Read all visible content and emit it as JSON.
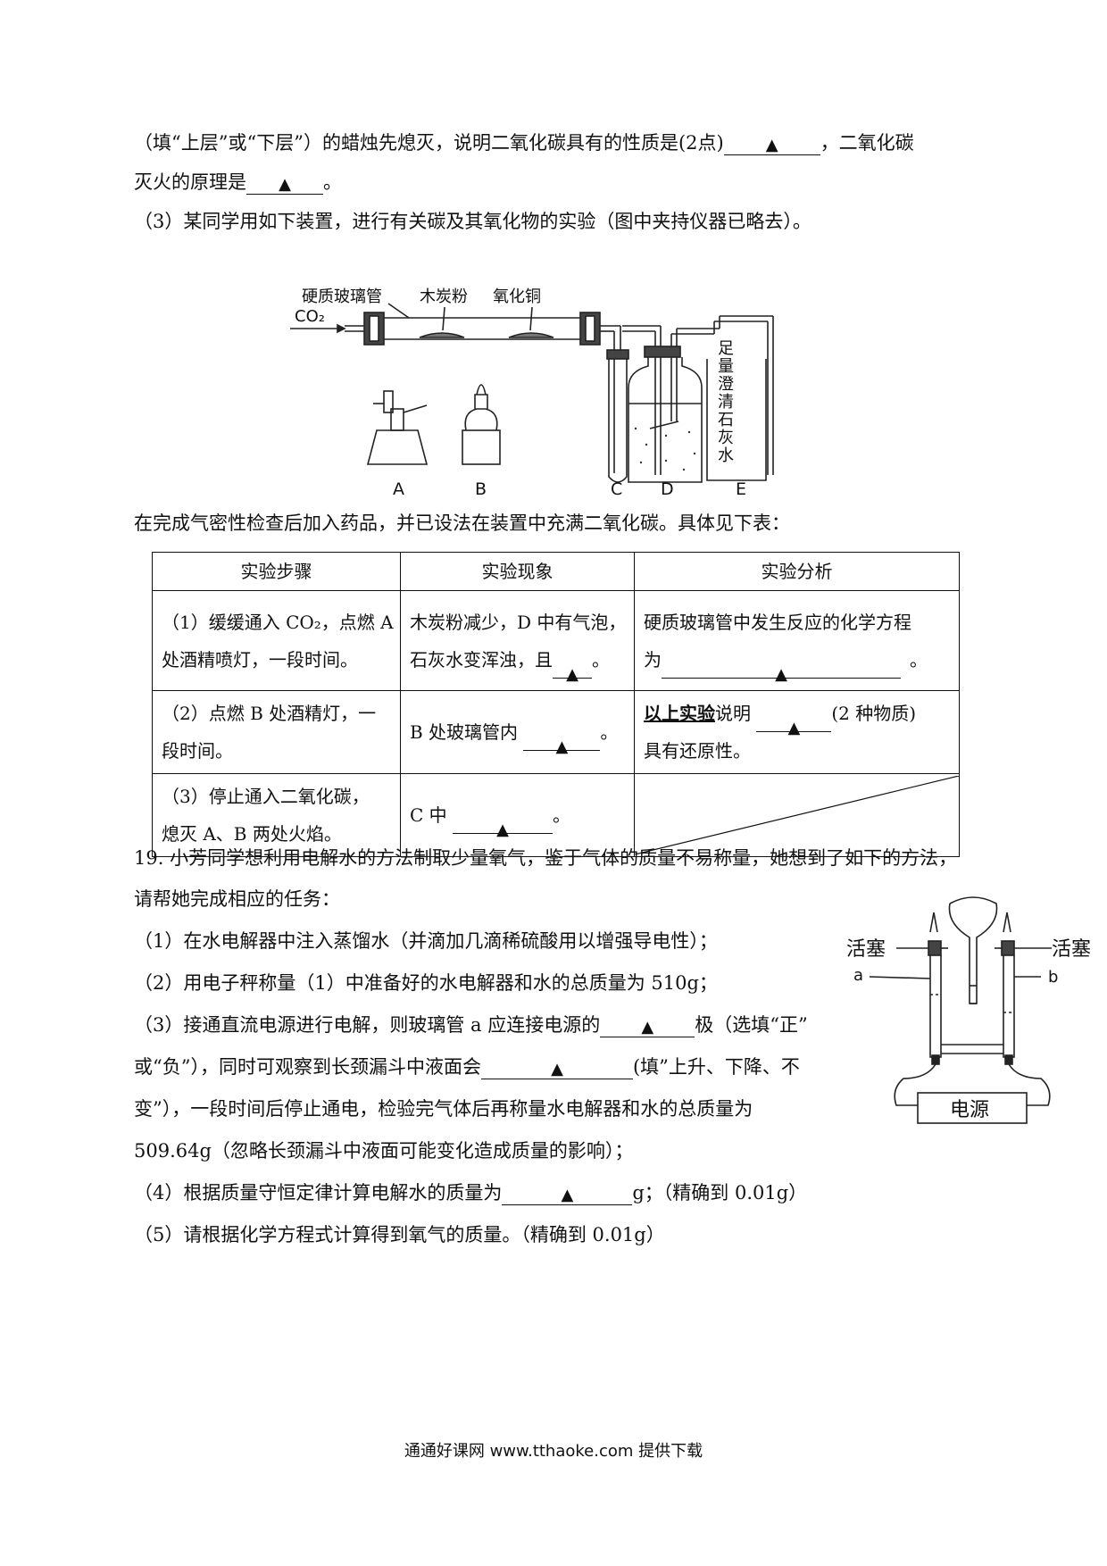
{
  "intro": {
    "line1_a": "（填“上层”或“下层”）的蜡烛先熄灭，说明二氧化碳具有的性质是(2点)",
    "line1_b": "，二氧化碳",
    "line2_a": "灭火的原理是",
    "line2_b": "。",
    "line3": "（3）某同学用如下装置，进行有关碳及其氧化物的实验（图中夹持仪器已略去）。"
  },
  "blank_mark": "▲",
  "apparatus": {
    "label_tube": "硬质玻璃管",
    "label_charcoal": "木炭粉",
    "label_cuo": "氧化铜",
    "label_co2": "CO₂",
    "label_limewater": [
      "足",
      "量",
      "澄",
      "清",
      "石",
      "灰",
      "水"
    ],
    "letters": [
      "A",
      "B",
      "C",
      "D",
      "E"
    ]
  },
  "pre_table": "在完成气密性检查后加入药品，并已设法在装置中充满二氧化碳。具体见下表：",
  "table": {
    "headers": [
      "实验步骤",
      "实验现象",
      "实验分析"
    ],
    "r1": {
      "step_l1": "（1）缓缓通入 CO₂，点燃 A",
      "step_l2": "处酒精喷灯，一段时间。",
      "phen_l1": "木炭粉减少，D 中有气泡，",
      "phen_l2a": "石灰水变浑浊，且",
      "phen_l2b": "。",
      "ana_l1": "硬质玻璃管中发生反应的化学方程",
      "ana_l2a": "为",
      "ana_l2b": "。"
    },
    "r2": {
      "step_l1": "（2）点燃 B 处酒精灯，一",
      "step_l2": "段时间。",
      "phen_a": "B 处玻璃管内",
      "phen_b": "。",
      "ana_bold": "以上实验",
      "ana_a": "说明",
      "ana_b": "(2 种物质)",
      "ana_l2": "具有还原性。"
    },
    "r3": {
      "step_l1": "（3）停止通入二氧化碳，",
      "step_l2": "熄灭 A、B 两处火焰。",
      "phen_a": "C 中",
      "phen_b": "。"
    }
  },
  "q19": {
    "l1": "19. 小芳同学想利用电解水的方法制取少量氧气，鉴于气体的质量不易称量，她想到了如下的方法，",
    "l2": "请帮她完成相应的任务：",
    "l3": "（1）在水电解器中注入蒸馏水（并滴加几滴稀硫酸用以增强导电性）；",
    "l4": "（2）用电子秤称量（1）中准备好的水电解器和水的总质量为 510g；",
    "l5a": "（3）接通直流电源进行电解，则玻璃管 a 应连接电源的",
    "l5b": "极（选填“正”",
    "l6a": "或“负”），同时可观察到长颈漏斗中液面会",
    "l6b": "(填”上升、下降、不",
    "l7": "变”），一段时间后停止通电，检验完气体后再称量水电解器和水的总质量为",
    "l8": "509.64g（忽略长颈漏斗中液面可能变化造成质量的影响）；",
    "l9a": "（4）根据质量守恒定律计算电解水的质量为",
    "l9b": "g；（精确到 0.01g）",
    "l10": "（5）请根据化学方程式计算得到氧气的质量。（精确到 0.01g）"
  },
  "electrolyzer": {
    "stopcock_left": "活塞",
    "stopcock_right": "活塞",
    "tube_a": "a",
    "tube_b": "b",
    "power": "电源"
  },
  "footer": "通通好课网  www.tthaoke.com  提供下载"
}
